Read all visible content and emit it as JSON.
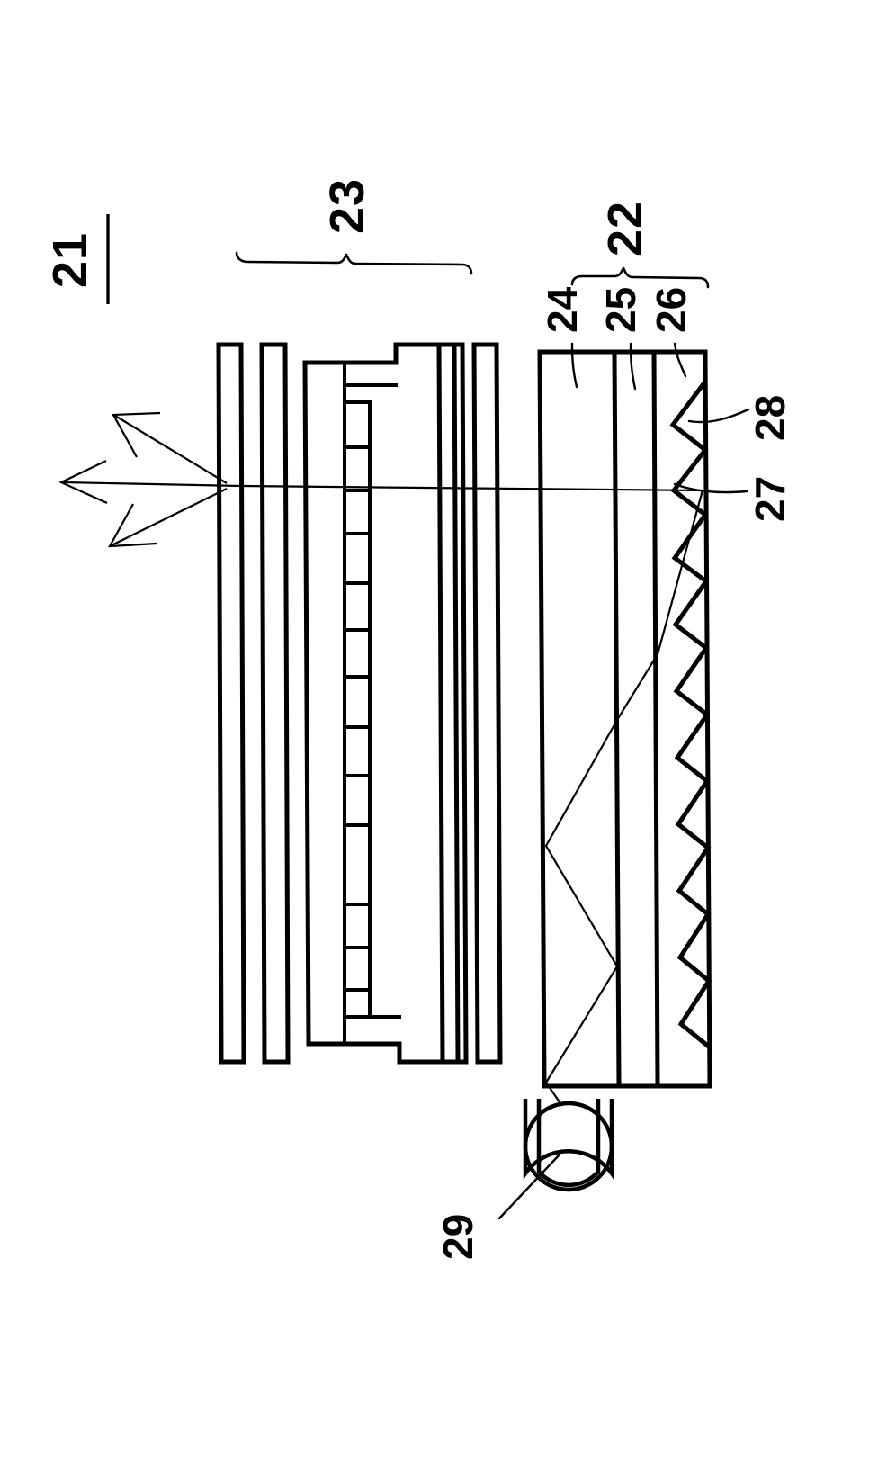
{
  "figure": {
    "title": "21",
    "domain_note": "Patent cross-sectional diagram of a liquid crystal display device with edge-lit backlight",
    "orientation": "labels rotated 90 degrees counter-clockwise"
  },
  "reference_labels": {
    "device": {
      "id": "21",
      "text": "21",
      "underlined": true
    },
    "display_panel_group": {
      "id": "23",
      "text": "23"
    },
    "backlight_group": {
      "id": "22",
      "text": "22"
    },
    "layer_24": {
      "id": "24",
      "text": "24"
    },
    "layer_25": {
      "id": "25",
      "text": "25"
    },
    "layer_26": {
      "id": "26",
      "text": "26"
    },
    "prism_valley": {
      "id": "27",
      "text": "27"
    },
    "prism_peak": {
      "id": "28",
      "text": "28"
    },
    "lamp": {
      "id": "29",
      "text": "29"
    }
  },
  "brackets": [
    {
      "name": "display-panel-bracket",
      "label": "23",
      "spans": "optical sheets and liquid crystal cell"
    },
    {
      "name": "backlight-bracket",
      "label": "22",
      "spans": "light guide plate layers 24, 25, 26"
    }
  ],
  "layers": [
    {
      "name": "outer-polarizer",
      "label_ref": "",
      "kind": "thin-film"
    },
    {
      "name": "second-polarizer",
      "label_ref": "",
      "kind": "thin-film"
    },
    {
      "name": "upper-substrate",
      "label_ref": "",
      "kind": "substrate"
    },
    {
      "name": "liquid-crystal-cell",
      "label_ref": "",
      "kind": "cell-with-electrodes"
    },
    {
      "name": "lower-substrate",
      "label_ref": "",
      "kind": "substrate"
    },
    {
      "name": "diffuser-sheet",
      "label_ref": "",
      "kind": "thin-film"
    },
    {
      "name": "light-guide-layer-24",
      "label_ref": "24",
      "kind": "guide"
    },
    {
      "name": "light-guide-layer-25",
      "label_ref": "25",
      "kind": "guide"
    },
    {
      "name": "light-guide-layer-26",
      "label_ref": "26",
      "kind": "guide-prism"
    }
  ],
  "light_paths": {
    "emitted_arrows_count": 3,
    "emitted_description": "three arrows exiting the display surface: one straight, two angled",
    "internal_ray_description": "ray from lamp reflecting between light guide surfaces toward viewer"
  },
  "lamp": {
    "name": "lamp-29",
    "shape": "circular lamp inside U-shaped reflector",
    "label": "29"
  },
  "prism_structure": {
    "name": "sawtooth-prism-edge",
    "peak_label": "28",
    "valley_label": "27",
    "teeth_count": 10
  },
  "colors": {
    "ink": "#000000",
    "background": "#ffffff"
  }
}
